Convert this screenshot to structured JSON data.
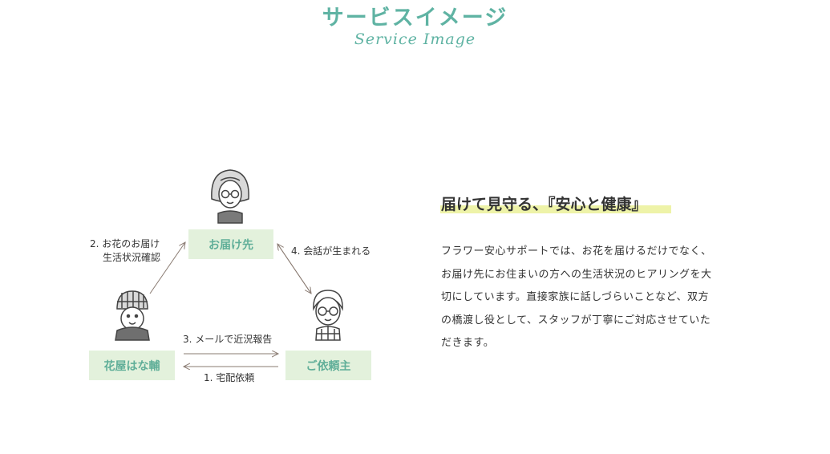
{
  "header": {
    "title": "サービスイメージ",
    "subtitle": "Service Image"
  },
  "diagram": {
    "nodes": {
      "top": "お届け先",
      "left": "花屋はな輔",
      "right": "ご依頼主"
    },
    "labels": {
      "step2_line1": "2. お花のお届け",
      "step2_line2": "生活状況確認",
      "step4": "4. 会話が生まれる",
      "step3": "3. メールで近況報告",
      "step1": "1. 宅配依頼"
    }
  },
  "content": {
    "heading": "届けて見守る、『安心と健康』",
    "paragraph_lines": [
      "フラワー安心サポートでは、お花を届けるだけでなく、",
      "お届け先にお住まいの方への生活状況のヒアリングを大",
      "切にしています。直接家族に話しづらいことなど、双方",
      "の橋渡し役として、スタッフが丁寧にご対応させていた",
      "だきます。"
    ]
  },
  "colors": {
    "accent": "#5fb3a3",
    "box_fill": "#e3f1dc",
    "highlight": "#eef3a8"
  }
}
